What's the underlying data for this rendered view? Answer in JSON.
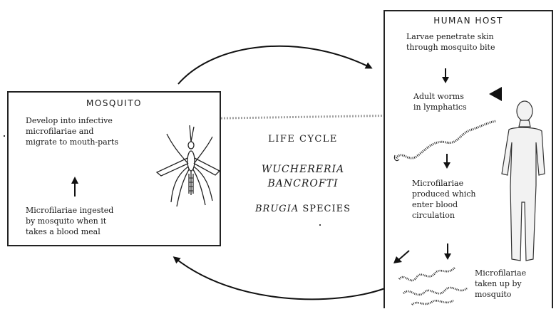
{
  "diagram": {
    "center": {
      "heading": "LIFE CYCLE",
      "genus_1": "WUCHERERIA",
      "species_1": "BANCROFTI",
      "genus_2": "BRUGIA",
      "species_2": "SPECIES"
    },
    "mosquito": {
      "title": "MOSQUITO",
      "step_develop": "Develop into infective\nmicrofilariae and\nmigrate to mouth-parts",
      "step_ingested": "Microfilariae ingested\nby mosquito when it\ntakes a blood meal"
    },
    "human_host": {
      "title": "HUMAN HOST",
      "step_penetrate": "Larvae penetrate skin\nthrough mosquito bite",
      "step_adult": "Adult worms\nin lymphatics",
      "step_produced": "Microfilariae\nproduced which\nenter blood\ncirculation",
      "step_taken_up": "Microfilariae\ntaken up by\nmosquito"
    },
    "colors": {
      "ink": "#1a1a1a",
      "paper": "#ffffff"
    },
    "icons": [
      "mosquito-illustration",
      "human-figure-illustration",
      "adult-worm-illustration",
      "microfilariae-illustration"
    ]
  }
}
